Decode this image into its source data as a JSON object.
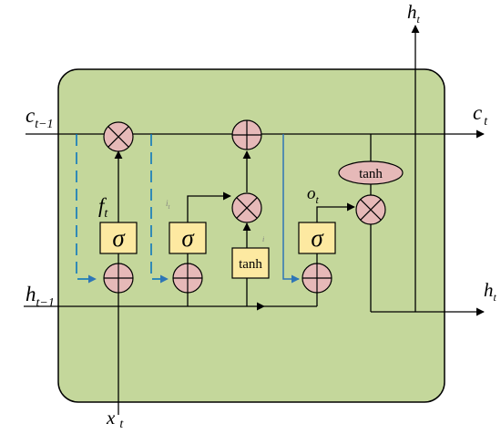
{
  "colors": {
    "cell_fill": "#c4d79b",
    "op_circle_fill": "#e6b9b8",
    "gate_box_fill": "#fde9a1",
    "tanh_ellipse_fill": "#e6b9b8",
    "peephole_dash": "#0070c0",
    "peephole_arrow": "#2e75b6",
    "line": "#000000"
  },
  "labels": {
    "c_prev": {
      "base": "c",
      "sub": "t−1"
    },
    "c_next": {
      "base": "c",
      "sub": "t"
    },
    "h_prev": {
      "base": "h",
      "sub": "t−1"
    },
    "h_out_top": {
      "base": "h",
      "sub": "t"
    },
    "h_out_right": {
      "base": "h",
      "sub": "t"
    },
    "x_in": {
      "base": "x",
      "sub": "t"
    },
    "forget": {
      "base": "f",
      "sub": "t"
    },
    "input": {
      "base": "i",
      "sub": "t"
    },
    "candidate": {
      "base": "",
      "sub": "i"
    },
    "output": {
      "base": "o",
      "sub": "t"
    }
  },
  "gates": {
    "sigma": "σ",
    "tanh_box": "tanh",
    "tanh_ellipse": "tanh"
  },
  "icons": {
    "multiply": "multiply-icon",
    "add": "add-icon",
    "arrow": "arrow-icon"
  }
}
